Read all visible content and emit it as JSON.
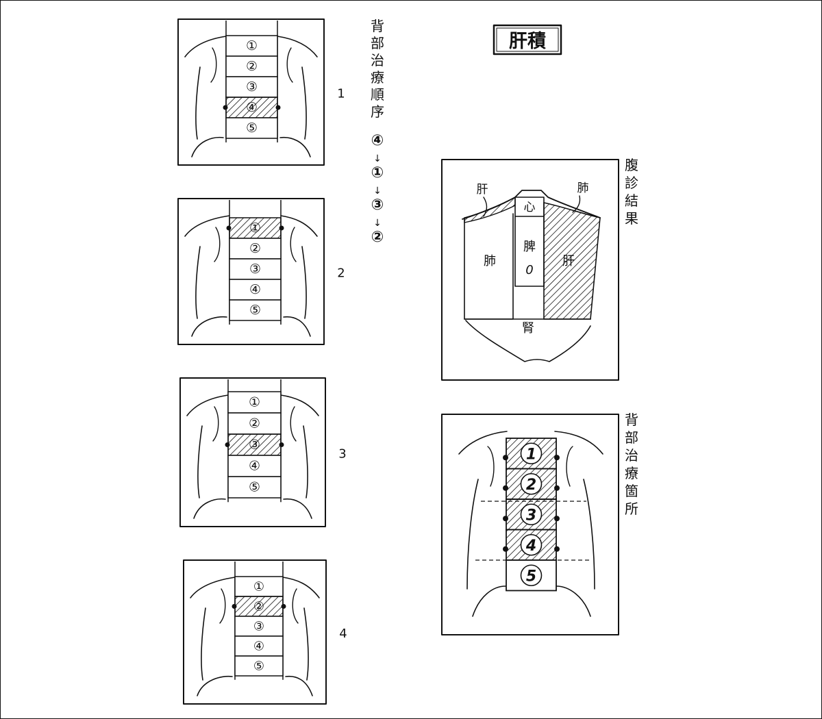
{
  "title": "肝積",
  "sequence": {
    "heading": "背部治療順序",
    "steps": [
      "④",
      "①",
      "③",
      "②"
    ],
    "arrow": "↓"
  },
  "steps": [
    {
      "number": "1",
      "hatched": 4
    },
    {
      "number": "2",
      "hatched": 1
    },
    {
      "number": "3",
      "hatched": 3
    },
    {
      "number": "4",
      "hatched": 2
    }
  ],
  "segment_labels": [
    "①",
    "②",
    "③",
    "④",
    "⑤"
  ],
  "abdominal": {
    "heading": "腹診結果",
    "liver_left": "肝",
    "lung_right": "肺",
    "heart": "心",
    "lung_main": "肺",
    "spleen": "脾",
    "spleen_value": "0",
    "liver_main": "肝",
    "kidney": "腎"
  },
  "treatment_sites": {
    "heading": "背部治療箇所",
    "hatched": [
      1,
      2,
      3,
      4
    ]
  }
}
